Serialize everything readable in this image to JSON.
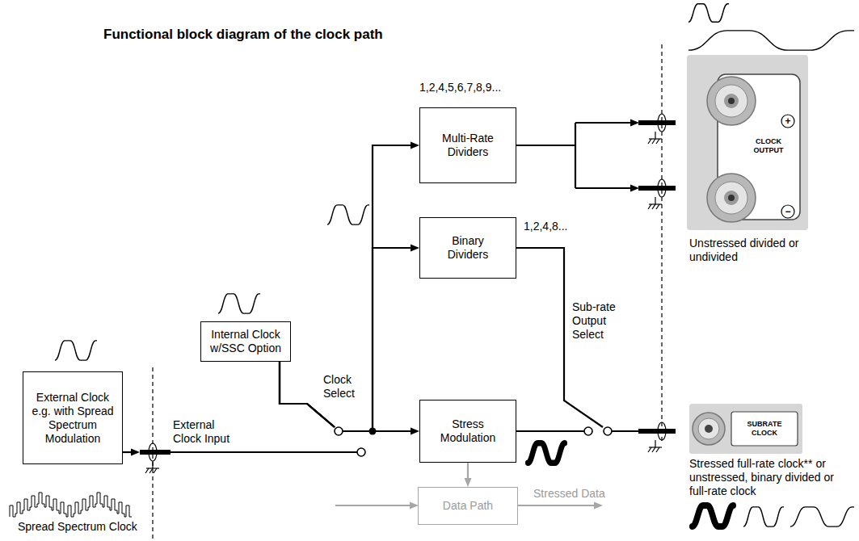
{
  "diagram": {
    "title": "Functional block diagram of the clock path",
    "nodes": [
      {
        "text": [
          "External Clock e.g. with Spread Spectrum Modulation"
        ]
      },
      {
        "text": [
          "Internal Clock w/SSC Option"
        ]
      },
      {
        "text": [
          "Multi-Rate Dividers"
        ]
      },
      {
        "text": [
          "Binary Dividers"
        ]
      },
      {
        "text": [
          "Stress Modulation"
        ]
      },
      {
        "text": [
          "Data Path"
        ]
      }
    ],
    "edges": [
      {
        "from": 1,
        "to": 2,
        "arrow": "to"
      },
      {
        "from": 1,
        "to": 3,
        "arrow": "to"
      },
      {
        "from": 1,
        "to": 4,
        "arrow": "to"
      },
      {
        "from": 4,
        "to": 5,
        "arrow": "to"
      }
    ],
    "labels": [
      "1,2,4,5,6,7,8,9...",
      "1,2,4,8...",
      "External Clock Input",
      "Clock Select",
      "Sub-rate Output Select",
      "CLOCK OUTPUT",
      "+",
      "−",
      "Unstressed divided or undivided",
      "SUBRATE CLOCK",
      "Stressed full-rate clock** or unstressed, binary divided or full-rate clock",
      "Stressed Data",
      "Spread Spectrum Clock"
    ]
  }
}
